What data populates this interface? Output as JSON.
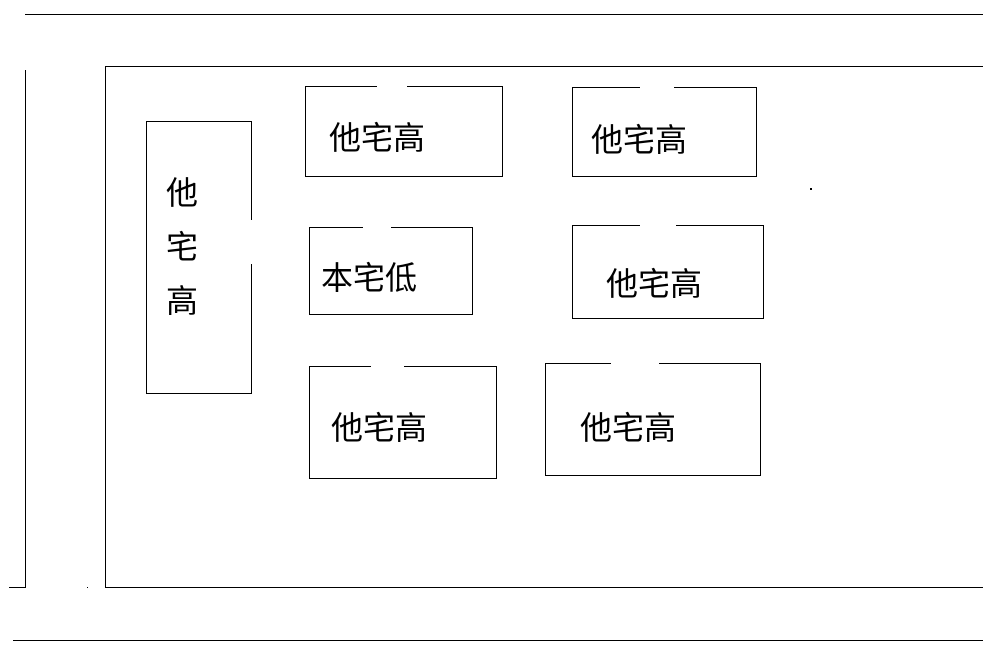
{
  "plots": {
    "vertical": "他宅高",
    "row1_left": "他宅高",
    "row1_right": "他宅高",
    "row2_left": "本宅低",
    "row2_right": "他宅高",
    "row3_left": "他宅高",
    "row3_right": "他宅高"
  }
}
